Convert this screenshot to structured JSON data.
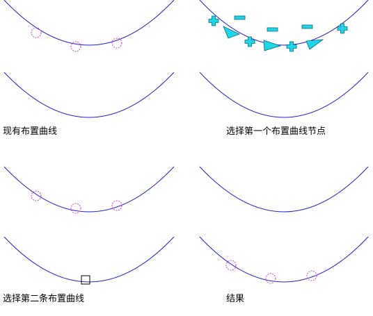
{
  "captions": {
    "panel_1": "现有布置曲线",
    "panel_2": "选择第一个布置曲线节点",
    "panel_3": "选择第二条布置曲线",
    "panel_4": "结果"
  },
  "icons": {
    "node_marker": "dashed-circle-icon",
    "grip_plus": "plus-grip-icon",
    "grip_minus": "minus-grip-icon",
    "grip_arrow": "triangle-arrow-grip-icon",
    "square_grip": "square-grip-icon"
  },
  "colors": {
    "curve": "#2020d0",
    "node_marker": "#d040d0",
    "grip_fill": "#1fd6e8",
    "grip_stroke": "#0a6a80",
    "square_grip_stroke": "#000000"
  }
}
